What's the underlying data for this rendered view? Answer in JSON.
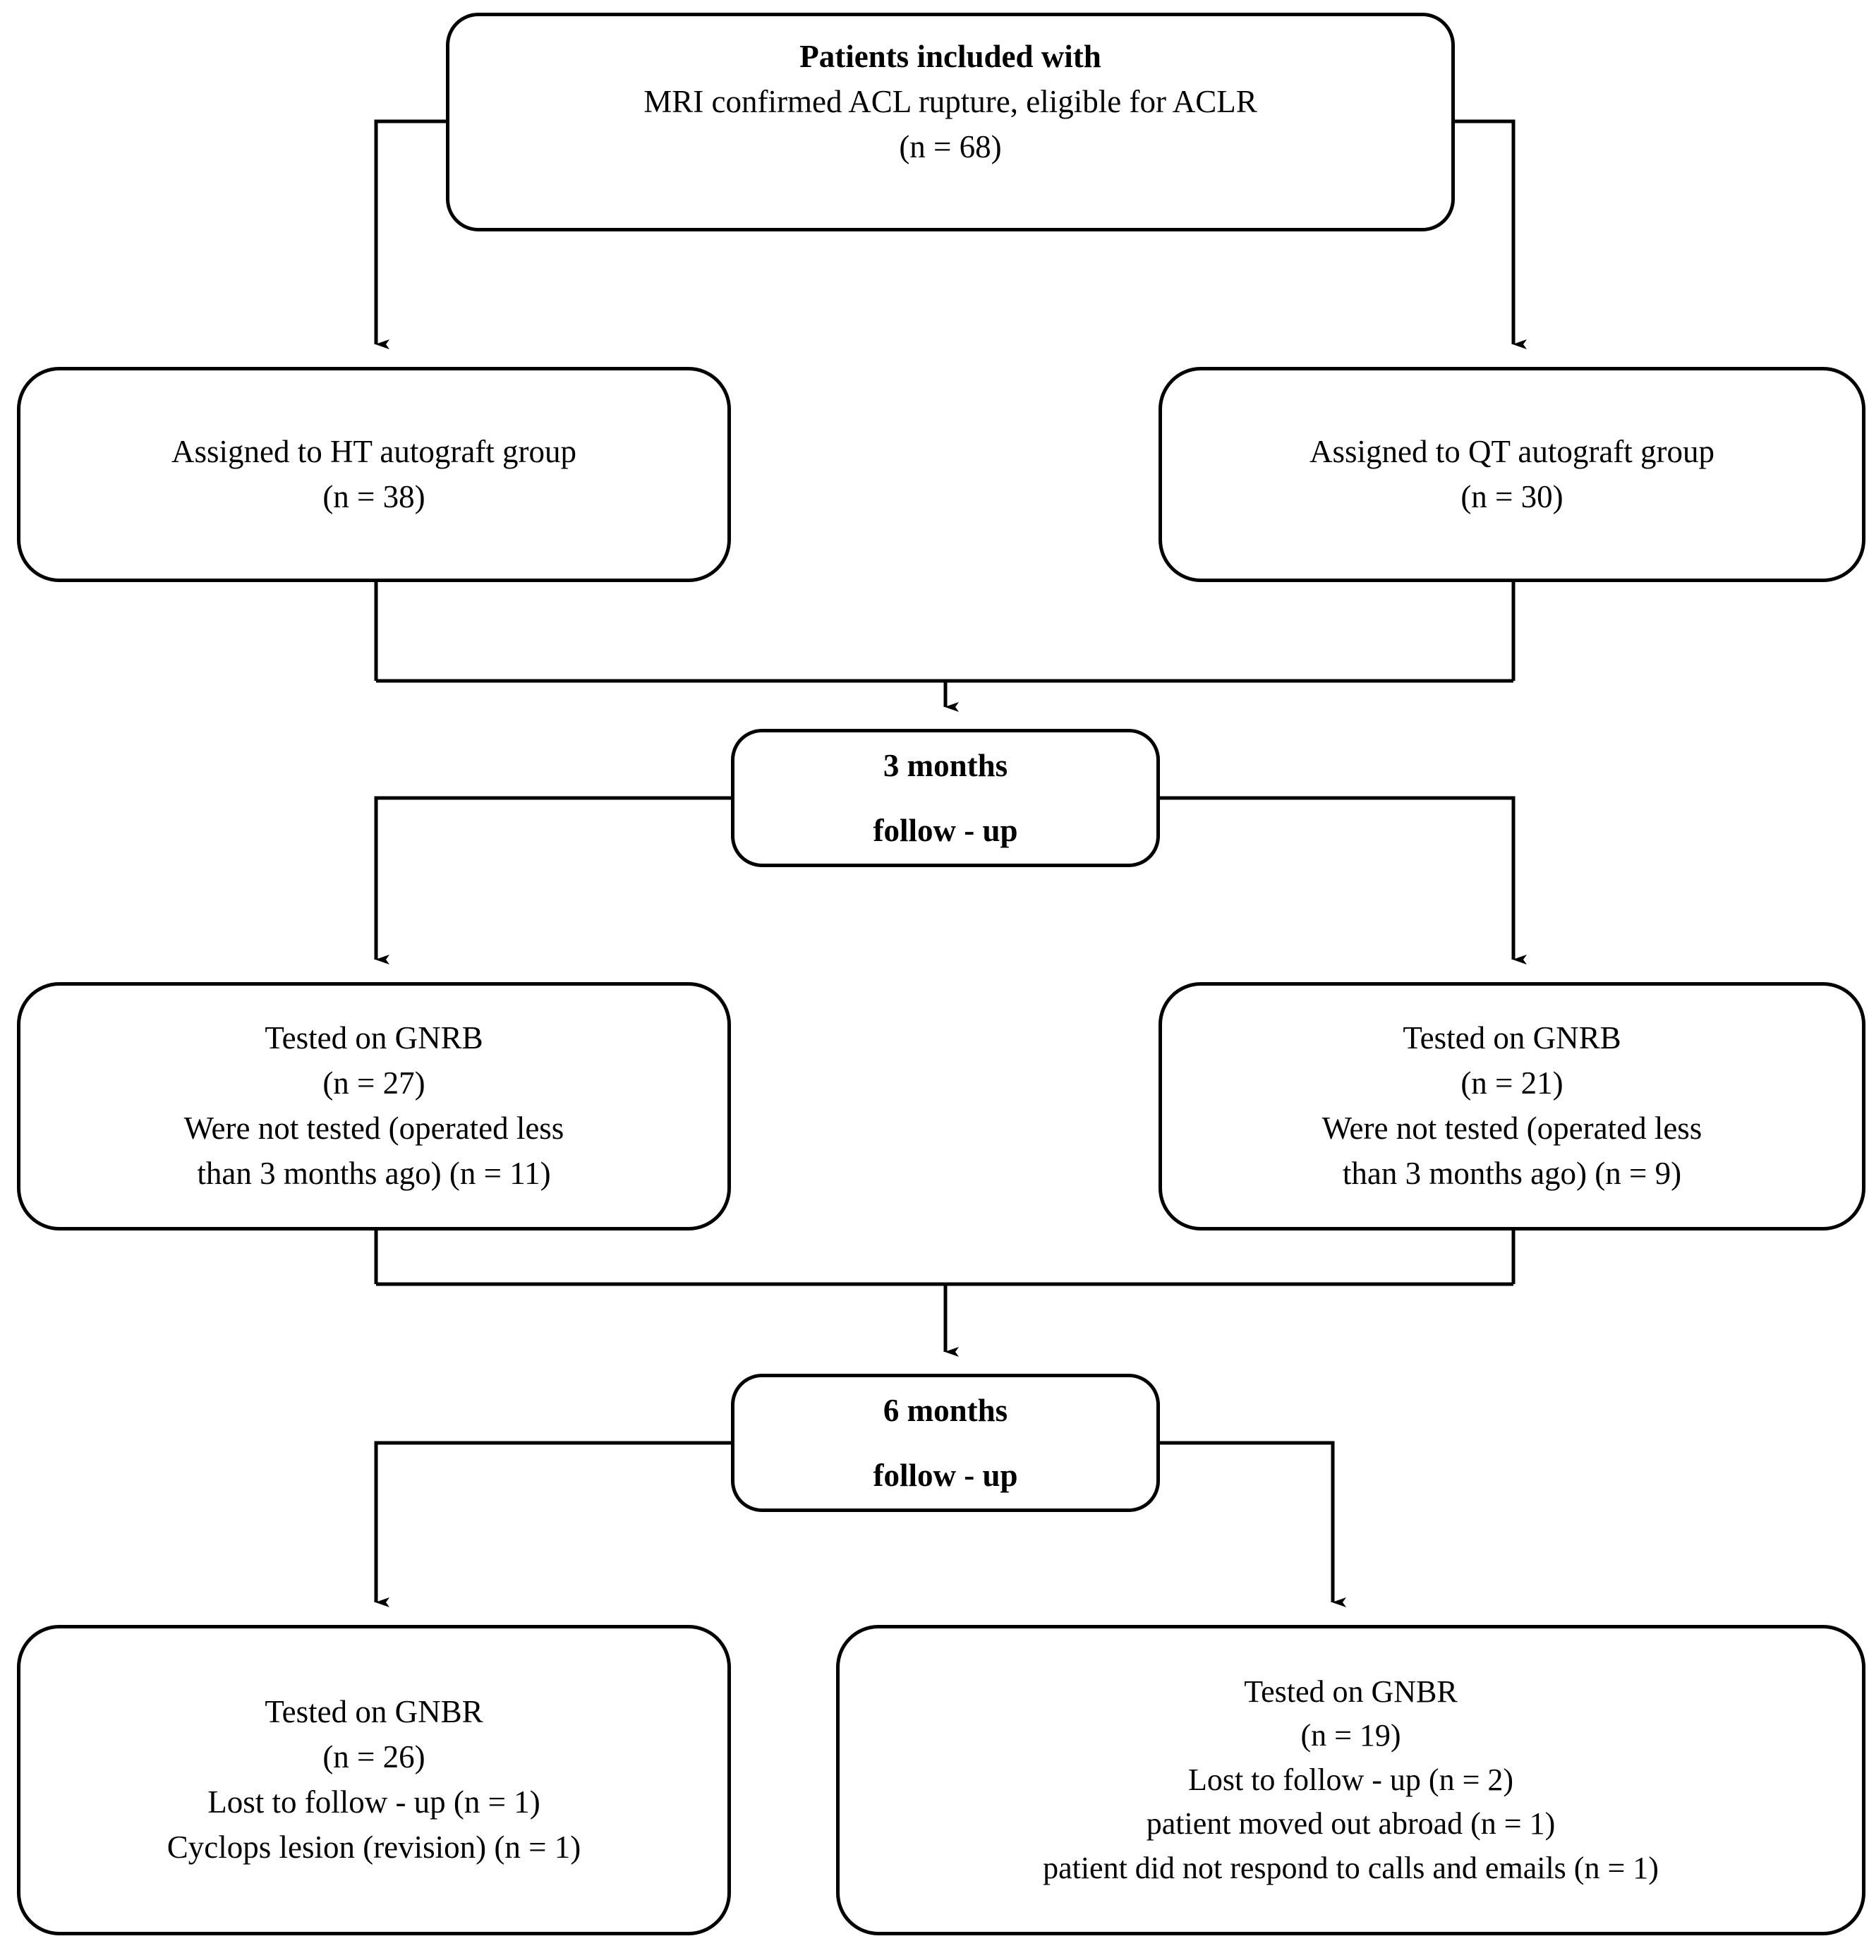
{
  "diagram": {
    "title": "CONSORT participant flow diagram",
    "type": "flowchart",
    "colors": {
      "stroke": "#000000",
      "background": "#ffffff",
      "text": "#000000"
    },
    "nodes": {
      "enrolled": {
        "id": "enrolled",
        "lines": [
          "Patients included with",
          "MRI confirmed ACL rupture, eligible for ACLR",
          "(n = 68)"
        ],
        "n": 68,
        "bold_lines": [
          0
        ]
      },
      "ht_group": {
        "id": "ht-autograft-group",
        "lines": [
          "Assigned to HT autograft group",
          "(n = 38)"
        ],
        "n": 38
      },
      "qt_group": {
        "id": "qt-autograft-group",
        "lines": [
          "Assigned to QT autograft group",
          "(n = 30)"
        ],
        "n": 30
      },
      "followup_3m": {
        "id": "followup-3-months",
        "lines": [
          "3 months",
          "follow - up"
        ]
      },
      "gnrb_3m_ht": {
        "id": "gnrb-3-months-ht",
        "lines": [
          "Tested on GNRB",
          "(n = 27)",
          "Were not tested (operated less",
          "than 3 months ago) (n = 11)"
        ],
        "n": 27,
        "not_tested": 11
      },
      "gnrb_3m_qt": {
        "id": "gnrb-3-months-qt",
        "lines": [
          "Tested on GNRB",
          "(n = 21)",
          "Were not tested (operated less",
          "than 3 months ago) (n = 9)"
        ],
        "n": 21,
        "not_tested": 9
      },
      "followup_6m": {
        "id": "followup-6-months",
        "lines": [
          "6 months",
          "follow - up"
        ]
      },
      "gnbr_6m_ht": {
        "id": "gnbr-6-months-ht",
        "lines": [
          "Tested on GNBR",
          "(n = 26)",
          "Lost to follow - up (n = 1)",
          "Cyclops lesion (revision) (n = 1)"
        ],
        "n": 26,
        "lost": 1
      },
      "gnbr_6m_qt": {
        "id": "gnbr-6-months-qt",
        "lines": [
          "Tested on GNBR",
          "(n = 19)",
          "Lost to follow - up (n = 2)",
          "patient moved out abroad (n = 1)",
          "patient did not respond to calls and emails (n = 1)"
        ],
        "n": 19,
        "lost": 2
      }
    }
  }
}
